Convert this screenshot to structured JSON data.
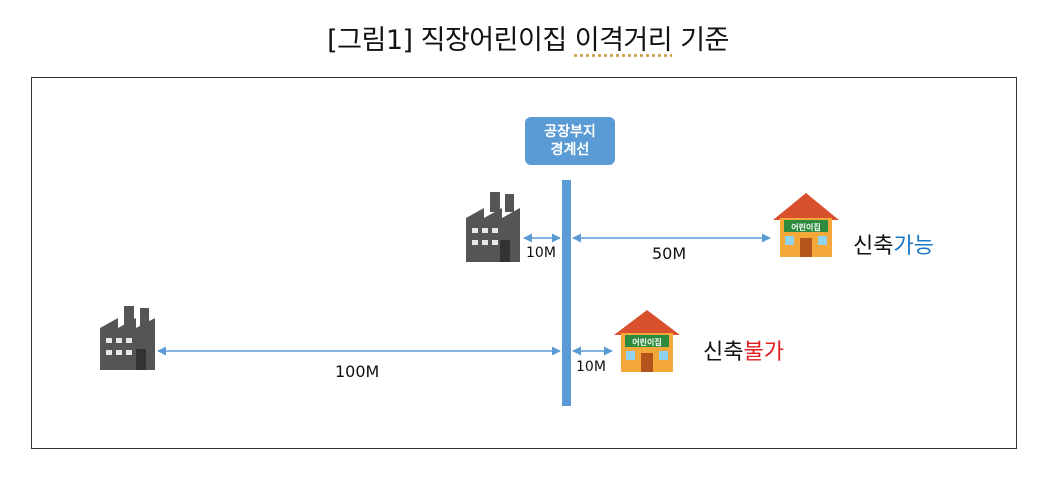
{
  "title": {
    "prefix": "[그림1]  직장어린이집 ",
    "underlined": "이격거리",
    "suffix": " 기준"
  },
  "boundary_label": {
    "line1": "공장부지",
    "line2": "경계선"
  },
  "top_row": {
    "dist_left": "10M",
    "dist_right": "50M",
    "daycare_sign": "어린이집",
    "result_prefix": "신축",
    "result_status": "가능"
  },
  "bottom_row": {
    "dist_left": "100M",
    "dist_right": "10M",
    "daycare_sign": "어린이집",
    "result_prefix": "신축",
    "result_status": "불가"
  },
  "colors": {
    "boundary": "#5b9bd5",
    "possible": "#1f78c4",
    "impossible": "#e02020",
    "factory": "#555555",
    "house_roof": "#d9502c",
    "house_wall": "#f5a83a"
  },
  "icons": [
    "factory-icon",
    "daycare-house-icon",
    "double-arrow-icon"
  ]
}
